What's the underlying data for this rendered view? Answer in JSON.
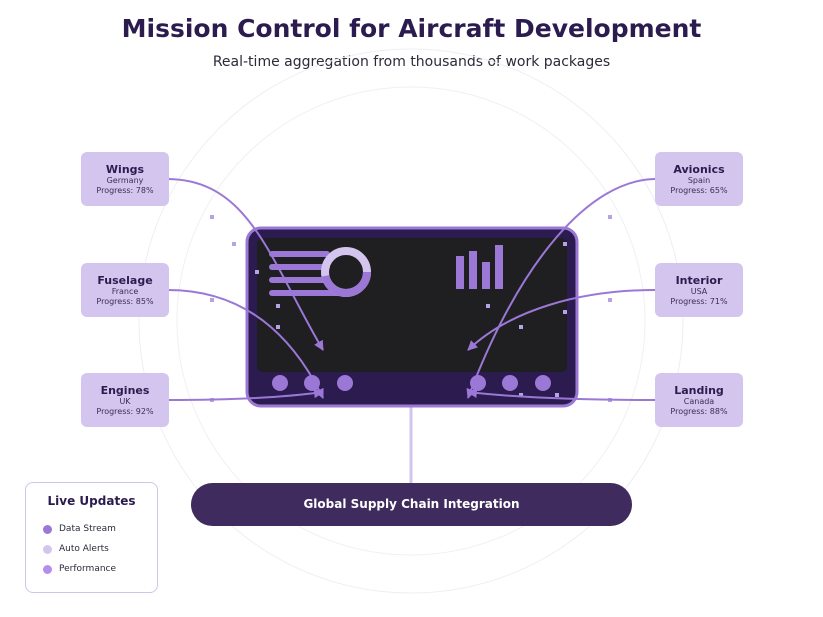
{
  "header": {
    "title": "Mission Control for Aircraft Development",
    "subtitle": "Real-time aggregation from thousands of work packages"
  },
  "work_packages": [
    {
      "name": "Wings",
      "location": "Germany",
      "progress": "Progress: 78%"
    },
    {
      "name": "Fuselage",
      "location": "France",
      "progress": "Progress: 85%"
    },
    {
      "name": "Engines",
      "location": "UK",
      "progress": "Progress: 92%"
    },
    {
      "name": "Avionics",
      "location": "Spain",
      "progress": "Progress: 65%"
    },
    {
      "name": "Interior",
      "location": "USA",
      "progress": "Progress: 71%"
    },
    {
      "name": "Landing",
      "location": "Canada",
      "progress": "Progress: 88%"
    }
  ],
  "supply_chain": {
    "label": "Global Supply Chain Integration"
  },
  "legend": {
    "title": "Live Updates",
    "items": [
      {
        "label": "Data Stream",
        "color": "#9b78d6"
      },
      {
        "label": "Auto Alerts",
        "color": "#d3c5ee"
      },
      {
        "label": "Performance",
        "color": "#b48ded"
      }
    ]
  },
  "colors": {
    "accent": "#9b78d6",
    "node_fill": "#d3c5ee",
    "dashboard_frame": "#2b1b4f",
    "dashboard_screen": "#1f1f22",
    "supply_bar": "#3f2b5e"
  }
}
